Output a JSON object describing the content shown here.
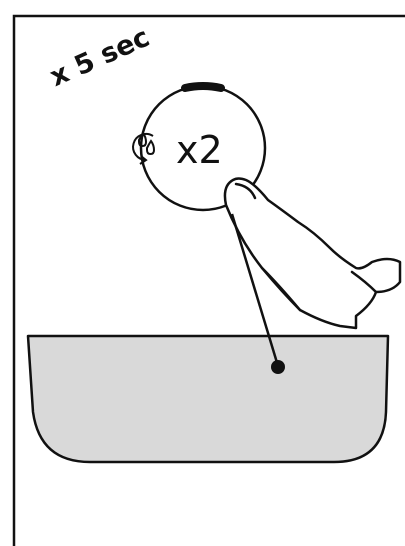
{
  "instruction": {
    "duration_label": "x 5 sec",
    "multiplier_label": "x2"
  },
  "icons": {
    "button_symbol": "water-drops-cycle-icon",
    "finger": "pressing-finger-icon",
    "indicator": "led-indicator-bar"
  },
  "colors": {
    "line": "#111111",
    "tray_fill": "#d9d9d9",
    "background": "#ffffff"
  }
}
